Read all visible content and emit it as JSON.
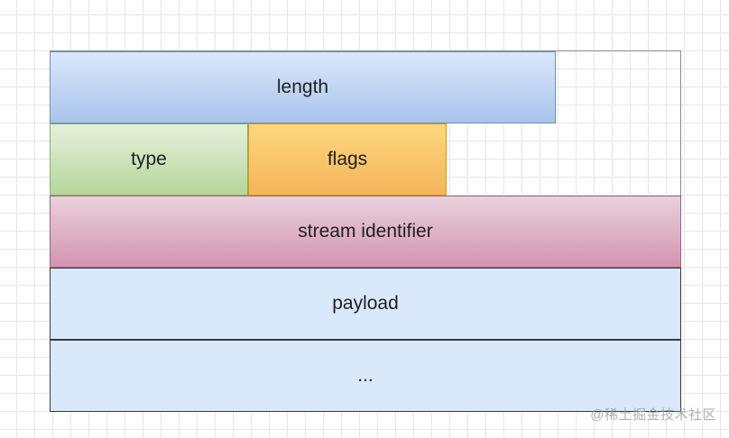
{
  "diagram": {
    "fields": {
      "length": "length",
      "type": "type",
      "flags": "flags",
      "stream_identifier": "stream identifier",
      "payload": "payload",
      "continuation": "..."
    }
  },
  "watermark": "@稀土掘金技术社区",
  "colors": {
    "length_fill": "#dae8fc",
    "type_fill": "#d5e8d4",
    "flags_fill": "#ffcd28",
    "stream_fill": "#e6d0de",
    "payload_fill": "#dae8fc"
  }
}
